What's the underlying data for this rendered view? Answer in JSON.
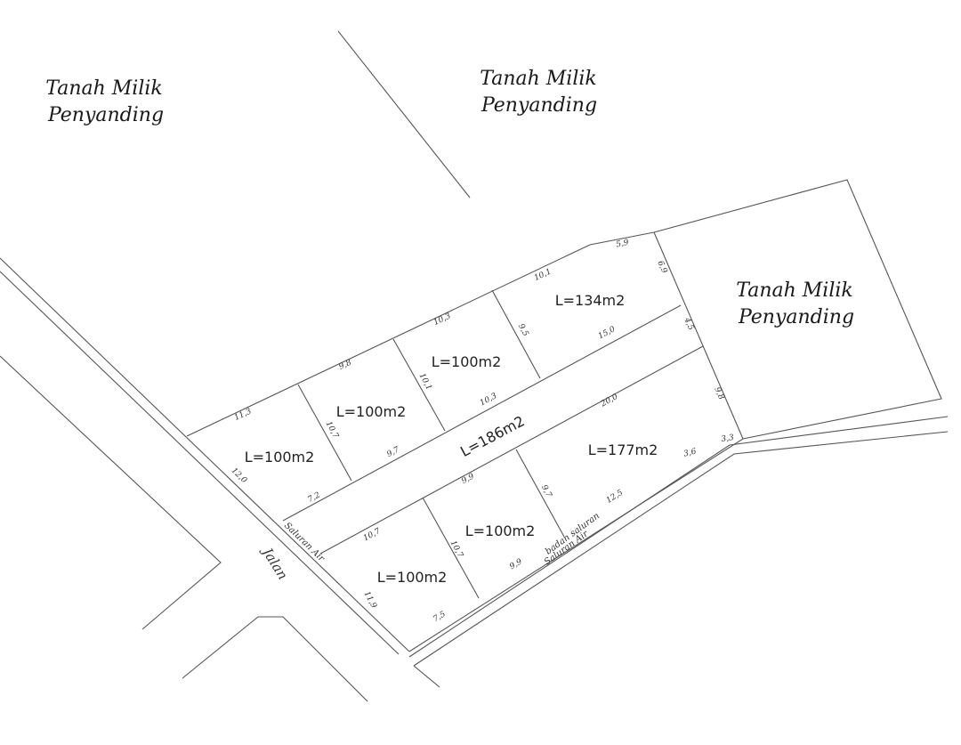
{
  "neighbors": {
    "left": [
      "Tanah Milik",
      "Penyanding"
    ],
    "top": [
      "Tanah Milik",
      "Penyanding"
    ],
    "right": [
      "Tanah Milik",
      "Penyanding"
    ]
  },
  "lots": {
    "lot_134": "L=134m2",
    "lot_100_upper_mid": "L=100m2",
    "lot_100_upper_left": "L=100m2",
    "lot_100_corner": "L=100m2",
    "road_186": "L=186m2",
    "lot_177": "L=177m2",
    "lot_100_lower_mid": "L=100m2",
    "lot_100_lower_left": "L=100m2"
  },
  "dimensions": {
    "d_5_9": "5,9",
    "d_10_1_top": "10,1",
    "d_6_9": "6,9",
    "d_10_3_top": "10,3",
    "d_9_5": "9,5",
    "d_15_0": "15,0",
    "d_4_5": "4,5",
    "d_9_8_top": "9,8",
    "d_10_1_side": "10,1",
    "d_10_3_mid": "10,3",
    "d_20_0": "20,0",
    "d_9_8_right": "9,8",
    "d_11_3": "11,3",
    "d_10_7_upper": "10,7",
    "d_9_7_mid": "9,7",
    "d_12_0": "12,0",
    "d_7_2": "7,2",
    "d_9_9_mid": "9,9",
    "d_9_7_lower": "9,7",
    "d_3_6": "3,6",
    "d_3_3": "3,3",
    "d_10_7_lower": "10,7",
    "d_10_7_side": "10,7",
    "d_12_5": "12,5",
    "d_9_9_lower": "9,9",
    "d_11_9": "11,9",
    "d_7_5": "7,5"
  },
  "labels": {
    "jalan": "Jalan",
    "saluran_air_left": "Saluran Air",
    "badan_saluran": "badan saluran",
    "saluran_air_right": "Saluran Air"
  }
}
